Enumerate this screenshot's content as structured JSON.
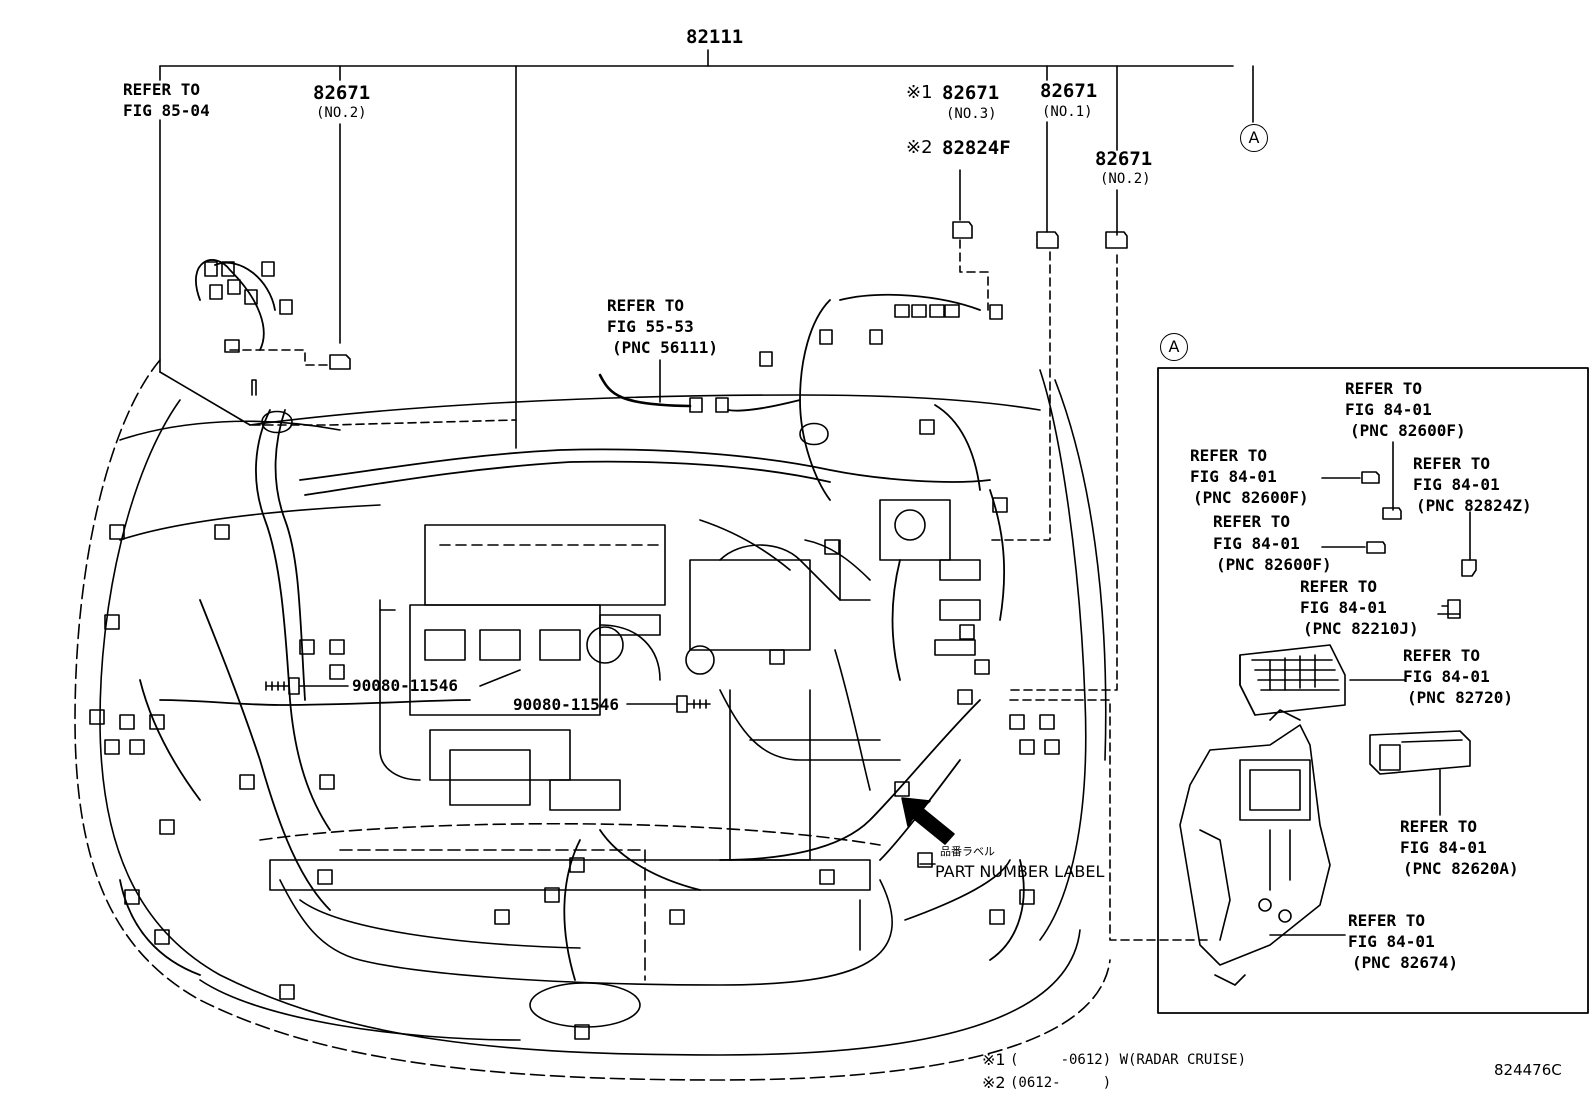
{
  "main_part": "82111",
  "callouts": {
    "refer_85_04": [
      "REFER TO",
      "FIG 85-04"
    ],
    "p82671_left": {
      "pn": "82671",
      "sub": "(NO.2)"
    },
    "p82671_no3": {
      "mark": "※1",
      "pn": "82671",
      "sub": "(NO.3)"
    },
    "p82824f": {
      "mark": "※2",
      "pn": "82824F"
    },
    "p82671_no1": {
      "pn": "82671",
      "sub": "(NO.1)"
    },
    "p82671_right": {
      "pn": "82671",
      "sub": "(NO.2)"
    },
    "circle_a": "A",
    "refer_55_53": [
      "REFER TO",
      "FIG 55-53",
      "(PNC 56111)"
    ],
    "bolt_1": "90080-11546",
    "bolt_2": "90080-11546",
    "label_jp": "品番ラベル",
    "label_en": "PART NUMBER LABEL"
  },
  "inset": {
    "letter": "A",
    "refs": [
      [
        "REFER TO",
        "FIG 84-01",
        "(PNC 82600F)"
      ],
      [
        "REFER TO",
        "FIG 84-01",
        "(PNC 82600F)"
      ],
      [
        "REFER TO",
        "FIG 84-01",
        "(PNC 82824Z)"
      ],
      [
        "REFER TO",
        "FIG 84-01",
        "(PNC 82600F)"
      ],
      [
        "REFER TO",
        "FIG 84-01",
        "(PNC 82210J)"
      ],
      [
        "REFER TO",
        "FIG 84-01",
        "(PNC 82720)"
      ],
      [
        "REFER TO",
        "FIG 84-01",
        "(PNC 82620A)"
      ],
      [
        "REFER TO",
        "FIG 84-01",
        "(PNC 82674)"
      ]
    ]
  },
  "notes": [
    {
      "mark": "※1",
      "text": "(     -0612) W(RADAR CRUISE)"
    },
    {
      "mark": "※2",
      "text": "(0612-     )"
    }
  ],
  "figure_id": "824476C"
}
